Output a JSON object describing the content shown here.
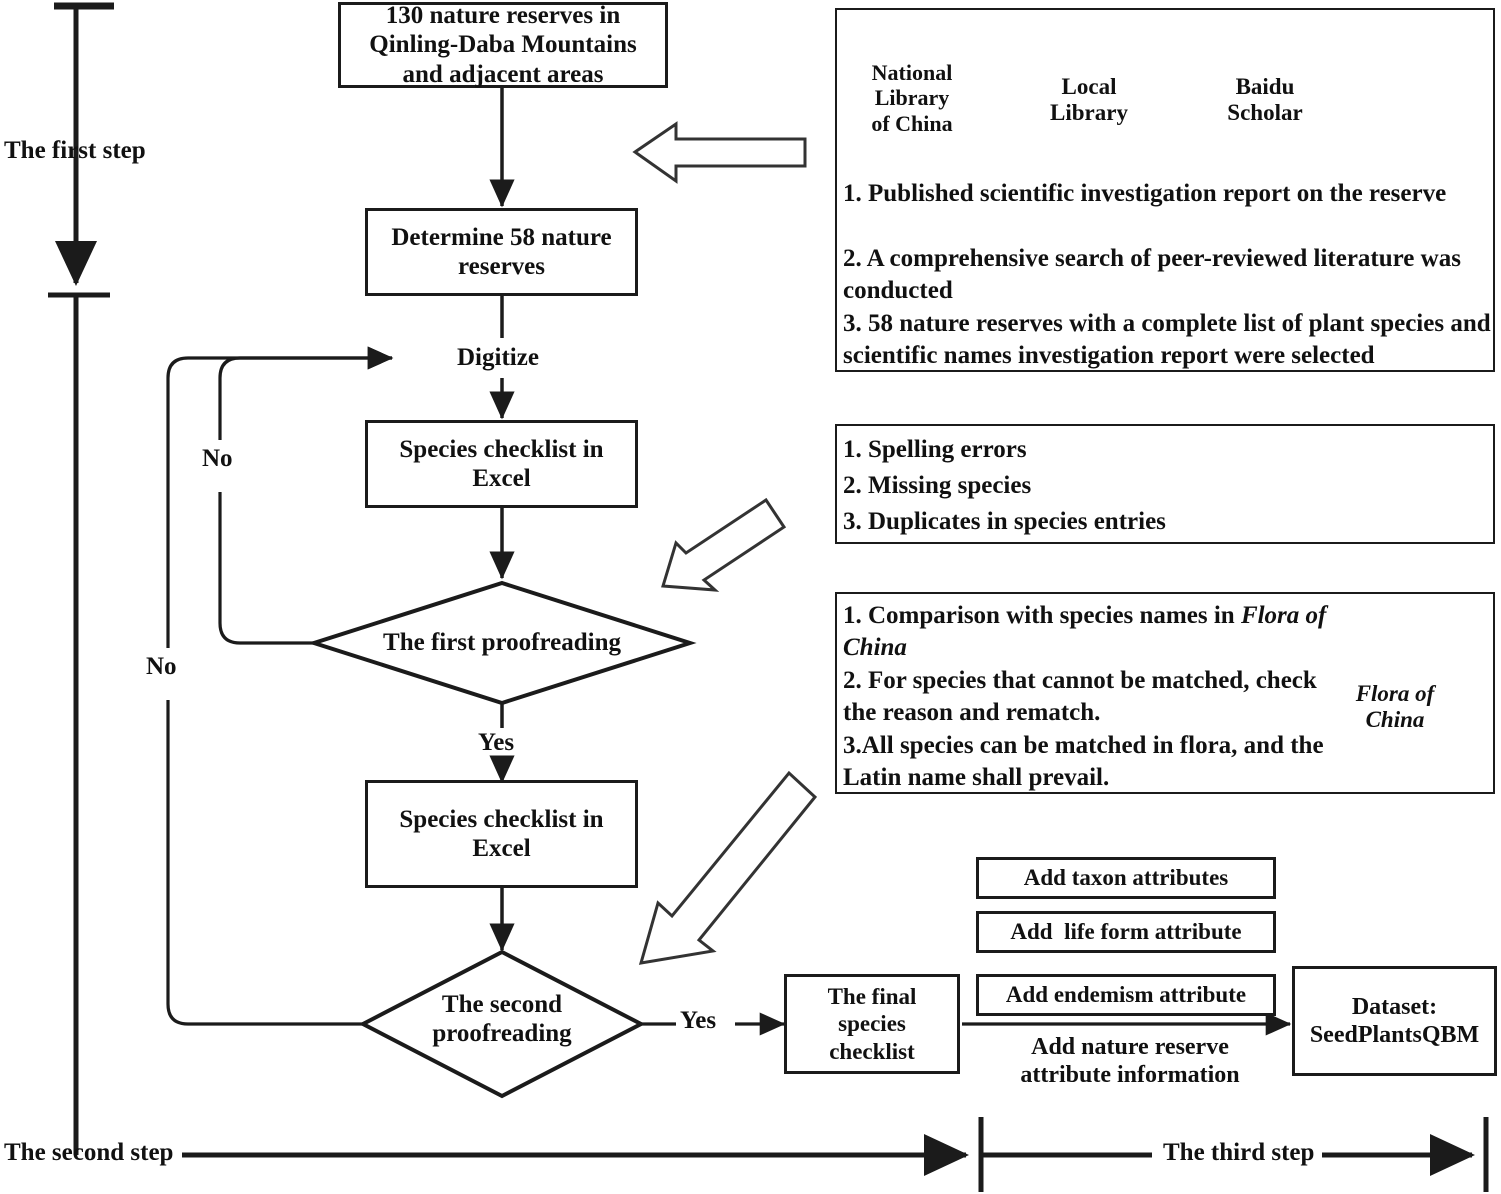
{
  "steps": {
    "first": "The first step",
    "second": "The second step",
    "third": "The third step"
  },
  "nodes": {
    "start": "130 nature reserves in Qinling-Daba Mountains and adjacent areas",
    "determine": "Determine 58 nature reserves",
    "checklist1": "Species checklist in Excel",
    "checklist2": "Species checklist in Excel",
    "final_checklist": "The final species checklist",
    "dataset": "Dataset: SeedPlantsQBM",
    "attr_taxon": "Add taxon attributes",
    "attr_lifeform": "Add  life form attribute",
    "attr_endemism": "Add endemism attribute"
  },
  "decisions": {
    "first_proofreading": "The first proofreading",
    "second_proofreading": "The second proofreading"
  },
  "edge_labels": {
    "digitize": "Digitize",
    "yes1": "Yes",
    "yes2": "Yes",
    "no1": "No",
    "no2": "No",
    "add_reserve": "Add nature reserve attribute information"
  },
  "sources": {
    "cylinders": [
      {
        "name": "National Library of China"
      },
      {
        "name": "Local Library"
      },
      {
        "name": "Baidu Scholar"
      }
    ],
    "notes": [
      "1. Published scientific investigation report on the reserve",
      "2. A comprehensive search of peer-reviewed literature was conducted",
      "3. 58 nature reserves with a complete list of plant species and scientific names investigation report were selected"
    ]
  },
  "errors_box": {
    "notes": [
      "1. Spelling errors",
      "2. Missing species",
      "3. Duplicates in species entries"
    ],
    "icon": "edit-pencil-icon"
  },
  "flora_box": {
    "line1a": "1. Comparison with species names in ",
    "line1b": "Flora of China",
    "line2": "2. For species that cannot be matched, check the reason and rematch.",
    "line3": "3.All species can be matched in flora, and the Latin name shall prevail.",
    "cylinder": "Flora of China"
  },
  "colors": {
    "stroke": "#1b1b1b",
    "cylinder_fill": "#ececec",
    "background": "#ffffff"
  }
}
